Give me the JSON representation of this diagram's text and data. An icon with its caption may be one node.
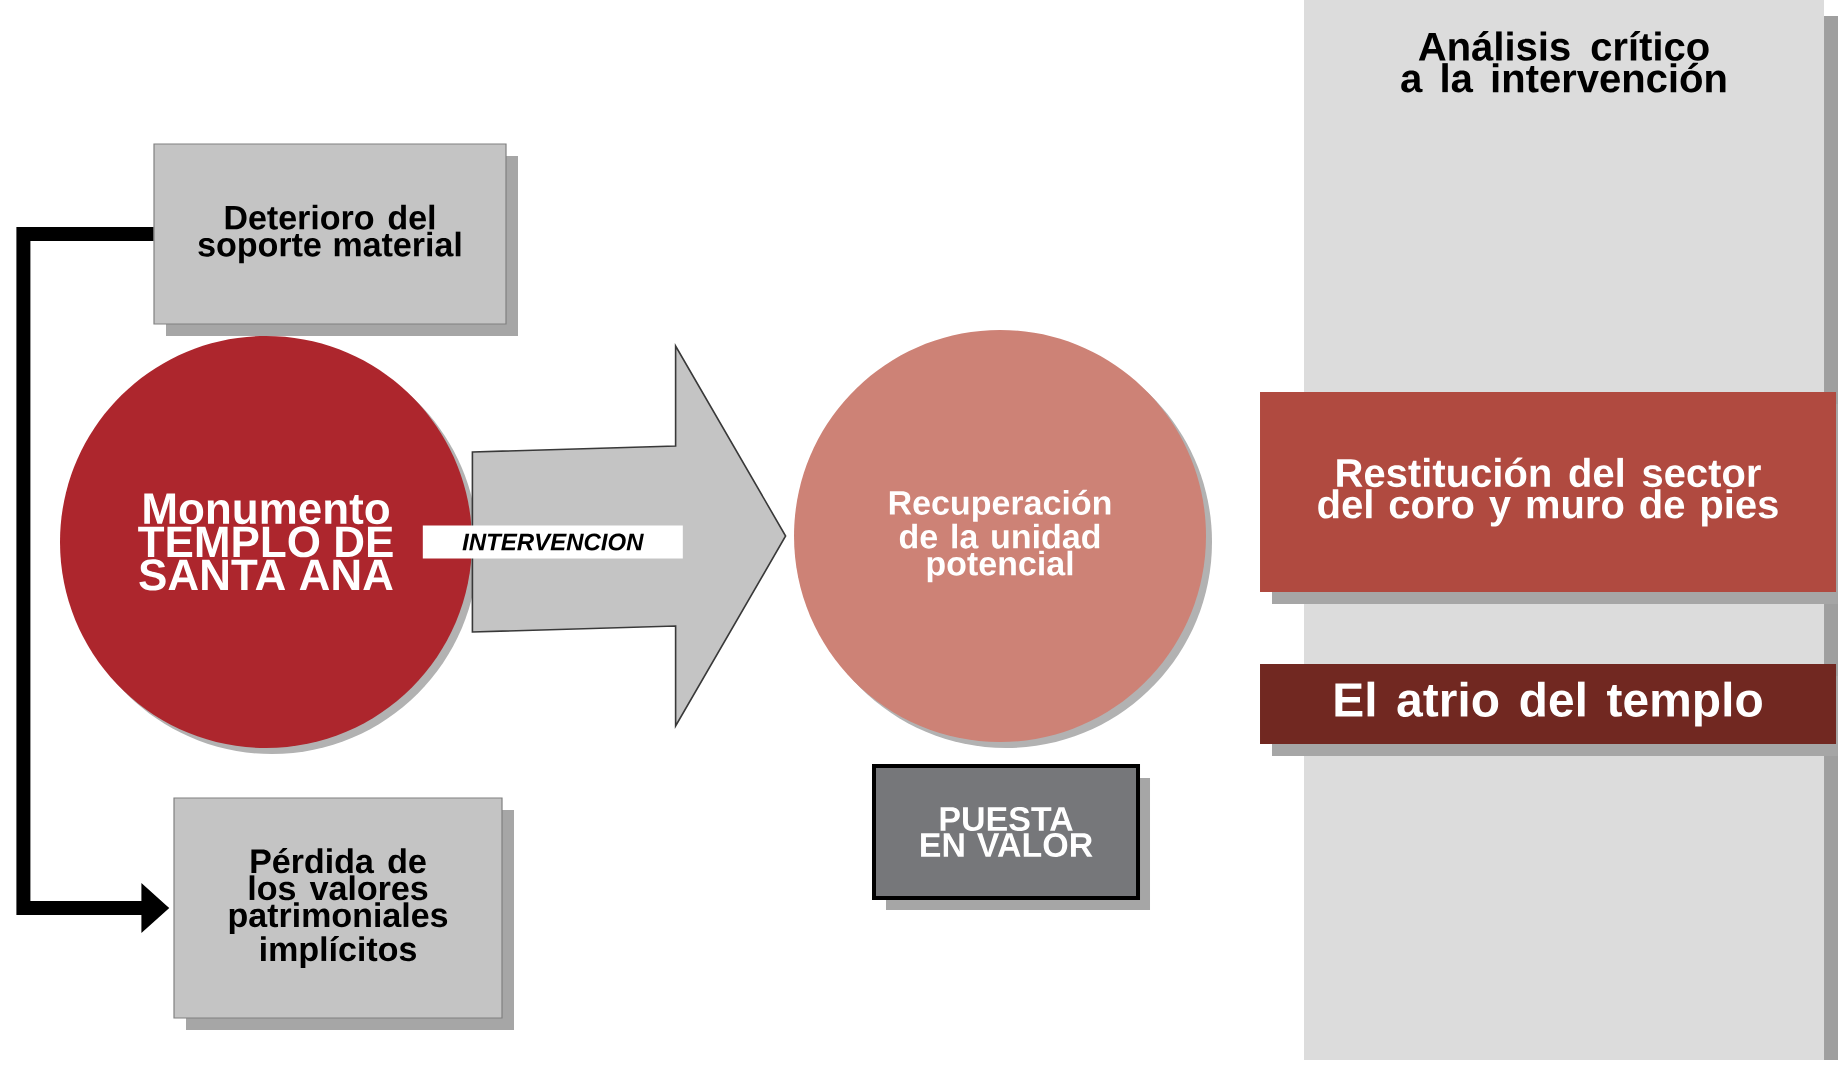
{
  "diagram": {
    "nodes": [
      {
        "text": [
          "Deterioro del soporte material"
        ]
      },
      {
        "text": [
          "Monumento TEMPLO DE SANTA ANA"
        ]
      },
      {
        "text": [
          "Recuperación de la unidad potencial"
        ]
      },
      {
        "text": [
          "PUESTA EN VALOR"
        ]
      },
      {
        "text": [
          "Pérdida de los valores patrimoniales implícitos"
        ]
      },
      {
        "text": [
          "Análisis crítico a la intervención"
        ]
      },
      {
        "text": [
          "Restitución del sector del coro y muro de pies"
        ]
      },
      {
        "text": [
          "El atrio del templo"
        ]
      }
    ],
    "edges": [
      {
        "from": 0,
        "to": 4,
        "arrow": "to"
      },
      {
        "from": 1,
        "to": 2,
        "arrow": "to",
        "label": "INTERVENCION",
        "style": "thick",
        "color": "#c4c4c4"
      }
    ]
  }
}
